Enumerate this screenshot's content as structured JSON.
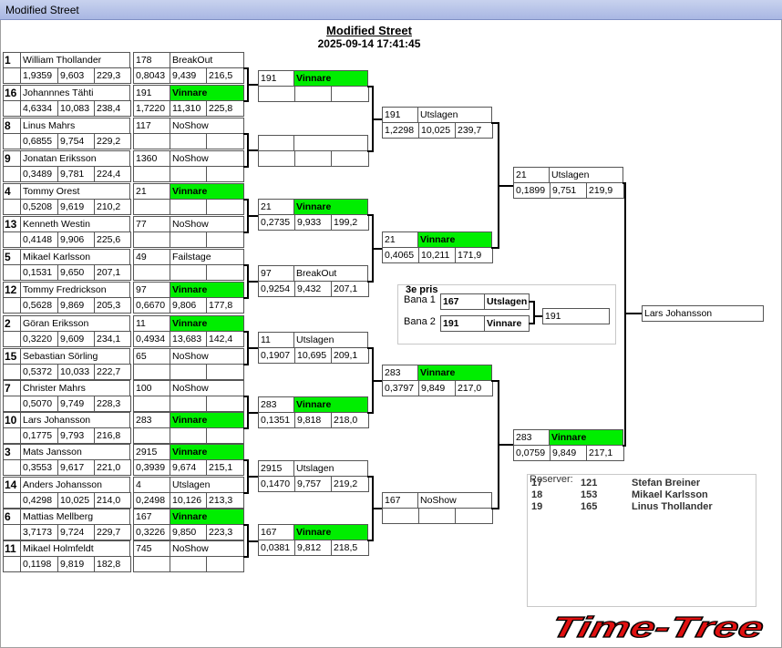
{
  "window": {
    "title": "Modified Street"
  },
  "header": {
    "title": "Modified Street",
    "datetime": "2025-09-14 17:41:45"
  },
  "round1": [
    {
      "seed": "1",
      "name": "William Thollander",
      "stats": [
        "1,9359",
        "9,603",
        "229,3"
      ],
      "car": "178",
      "result": "BreakOut",
      "result_stats": [
        "0,8043",
        "9,439",
        "216,5"
      ],
      "winner": false
    },
    {
      "seed": "16",
      "name": "Johannnes Tähti",
      "stats": [
        "4,6334",
        "10,083",
        "238,4"
      ],
      "car": "191",
      "result": "Vinnare",
      "result_stats": [
        "1,7220",
        "11,310",
        "225,8"
      ],
      "winner": true
    },
    {
      "seed": "8",
      "name": "Linus Mahrs",
      "stats": [
        "0,6855",
        "9,754",
        "229,2"
      ],
      "car": "117",
      "result": "NoShow",
      "result_stats": [
        "",
        "",
        ""
      ],
      "winner": false
    },
    {
      "seed": "9",
      "name": "Jonatan Eriksson",
      "stats": [
        "0,3489",
        "9,781",
        "224,4"
      ],
      "car": "1360",
      "result": "NoShow",
      "result_stats": [
        "",
        "",
        ""
      ],
      "winner": false
    },
    {
      "seed": "4",
      "name": "Tommy Orest",
      "stats": [
        "0,5208",
        "9,619",
        "210,2"
      ],
      "car": "21",
      "result": "Vinnare",
      "result_stats": [
        "",
        "",
        ""
      ],
      "winner": true
    },
    {
      "seed": "13",
      "name": "Kenneth Westin",
      "stats": [
        "0,4148",
        "9,906",
        "225,6"
      ],
      "car": "77",
      "result": "NoShow",
      "result_stats": [
        "",
        "",
        ""
      ],
      "winner": false
    },
    {
      "seed": "5",
      "name": "Mikael Karlsson",
      "stats": [
        "0,1531",
        "9,650",
        "207,1"
      ],
      "car": "49",
      "result": "Failstage",
      "result_stats": [
        "",
        "",
        ""
      ],
      "winner": false
    },
    {
      "seed": "12",
      "name": "Tommy Fredrickson",
      "stats": [
        "0,5628",
        "9,869",
        "205,3"
      ],
      "car": "97",
      "result": "Vinnare",
      "result_stats": [
        "0,6670",
        "9,806",
        "177,8"
      ],
      "winner": true
    },
    {
      "seed": "2",
      "name": "Göran Eriksson",
      "stats": [
        "0,3220",
        "9,609",
        "234,1"
      ],
      "car": "11",
      "result": "Vinnare",
      "result_stats": [
        "0,4934",
        "13,683",
        "142,4"
      ],
      "winner": true
    },
    {
      "seed": "15",
      "name": "Sebastian Sörling",
      "stats": [
        "0,5372",
        "10,033",
        "222,7"
      ],
      "car": "65",
      "result": "NoShow",
      "result_stats": [
        "",
        "",
        ""
      ],
      "winner": false
    },
    {
      "seed": "7",
      "name": "Christer Mahrs",
      "stats": [
        "0,5070",
        "9,749",
        "228,3"
      ],
      "car": "100",
      "result": "NoShow",
      "result_stats": [
        "",
        "",
        ""
      ],
      "winner": false
    },
    {
      "seed": "10",
      "name": "Lars Johansson",
      "stats": [
        "0,1775",
        "9,793",
        "216,8"
      ],
      "car": "283",
      "result": "Vinnare",
      "result_stats": [
        "",
        "",
        ""
      ],
      "winner": true
    },
    {
      "seed": "3",
      "name": "Mats Jansson",
      "stats": [
        "0,3553",
        "9,617",
        "221,0"
      ],
      "car": "2915",
      "result": "Vinnare",
      "result_stats": [
        "0,3939",
        "9,674",
        "215,1"
      ],
      "winner": true
    },
    {
      "seed": "14",
      "name": "Anders Johansson",
      "stats": [
        "0,4298",
        "10,025",
        "214,0"
      ],
      "car": "4",
      "result": "Utslagen",
      "result_stats": [
        "0,2498",
        "10,126",
        "213,3"
      ],
      "winner": false
    },
    {
      "seed": "6",
      "name": "Mattias Mellberg",
      "stats": [
        "3,7173",
        "9,724",
        "229,7"
      ],
      "car": "167",
      "result": "Vinnare",
      "result_stats": [
        "0,3226",
        "9,850",
        "223,3"
      ],
      "winner": true
    },
    {
      "seed": "11",
      "name": "Mikael Holmfeldt",
      "stats": [
        "0,1198",
        "9,819",
        "182,8"
      ],
      "car": "745",
      "result": "NoShow",
      "result_stats": [
        "",
        "",
        ""
      ],
      "winner": false
    }
  ],
  "round2": [
    {
      "car": "191",
      "result": "Vinnare",
      "stats": [
        "",
        "",
        ""
      ],
      "winner": true
    },
    {
      "car": "",
      "result": "",
      "stats": [
        "",
        "",
        ""
      ],
      "winner": false
    },
    {
      "car": "21",
      "result": "Vinnare",
      "stats": [
        "0,2735",
        "9,933",
        "199,2"
      ],
      "winner": true
    },
    {
      "car": "97",
      "result": "BreakOut",
      "stats": [
        "0,9254",
        "9,432",
        "207,1"
      ],
      "winner": false
    },
    {
      "car": "11",
      "result": "Utslagen",
      "stats": [
        "0,1907",
        "10,695",
        "209,1"
      ],
      "winner": false
    },
    {
      "car": "283",
      "result": "Vinnare",
      "stats": [
        "0,1351",
        "9,818",
        "218,0"
      ],
      "winner": true
    },
    {
      "car": "2915",
      "result": "Utslagen",
      "stats": [
        "0,1470",
        "9,757",
        "219,2"
      ],
      "winner": false
    },
    {
      "car": "167",
      "result": "Vinnare",
      "stats": [
        "0,0381",
        "9,812",
        "218,5"
      ],
      "winner": true
    }
  ],
  "round3": [
    {
      "car": "191",
      "result": "Utslagen",
      "stats": [
        "1,2298",
        "10,025",
        "239,7"
      ],
      "winner": false
    },
    {
      "car": "21",
      "result": "Vinnare",
      "stats": [
        "0,4065",
        "10,211",
        "171,9"
      ],
      "winner": true
    },
    {
      "car": "283",
      "result": "Vinnare",
      "stats": [
        "0,3797",
        "9,849",
        "217,0"
      ],
      "winner": true
    },
    {
      "car": "167",
      "result": "NoShow",
      "stats": [
        "",
        "",
        ""
      ],
      "winner": false
    }
  ],
  "round4": [
    {
      "car": "21",
      "result": "Utslagen",
      "stats": [
        "0,1899",
        "9,751",
        "219,9"
      ],
      "winner": false
    },
    {
      "car": "283",
      "result": "Vinnare",
      "stats": [
        "0,0759",
        "9,849",
        "217,1"
      ],
      "winner": true
    }
  ],
  "final": {
    "winner_name": "Lars Johansson"
  },
  "third_place": {
    "title": "3e pris",
    "lanes": [
      {
        "label": "Bana 1",
        "car": "167",
        "result": "Utslagen"
      },
      {
        "label": "Bana 2",
        "car": "191",
        "result": "Vinnare"
      }
    ],
    "winner": "191"
  },
  "reserves": {
    "title": "Reserver:",
    "rows": [
      {
        "pos": "17",
        "car": "121",
        "name": "Stefan Breiner"
      },
      {
        "pos": "18",
        "car": "153",
        "name": "Mikael Karlsson"
      },
      {
        "pos": "19",
        "car": "165",
        "name": "Linus  Thollander"
      }
    ]
  },
  "logo": {
    "text": "Time-Tree",
    "color": "#e01010"
  },
  "colors": {
    "winner": "#00ee00",
    "titlebar": "#b4c0e8"
  }
}
